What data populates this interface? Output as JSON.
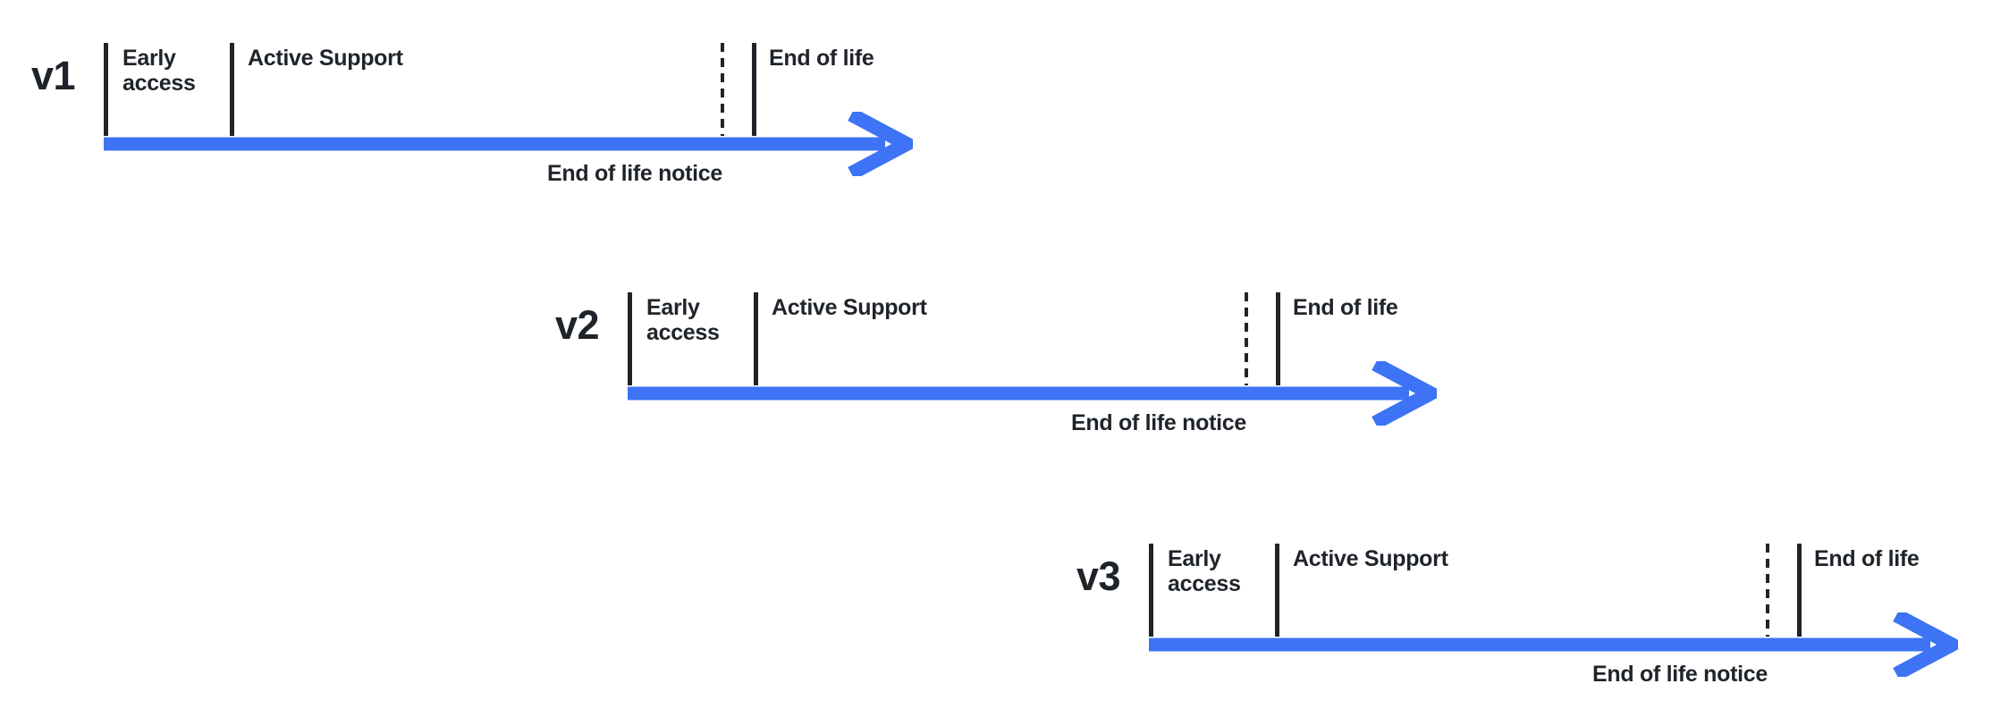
{
  "diagram": {
    "description": "Staggered version lifecycle timelines",
    "rows": [
      {
        "version": "v1",
        "labels": {
          "early_access": "Early access",
          "active_support": "Active Support",
          "end_of_life": "End of life",
          "eol_notice": "End of life notice"
        }
      },
      {
        "version": "v2",
        "labels": {
          "early_access": "Early access",
          "active_support": "Active Support",
          "end_of_life": "End of life",
          "eol_notice": "End of life notice"
        }
      },
      {
        "version": "v3",
        "labels": {
          "early_access": "Early access",
          "active_support": "Active Support",
          "end_of_life": "End of life",
          "eol_notice": "End of life notice"
        }
      }
    ]
  },
  "colors": {
    "accent": "#3d73f4",
    "ink": "#1f242a"
  }
}
